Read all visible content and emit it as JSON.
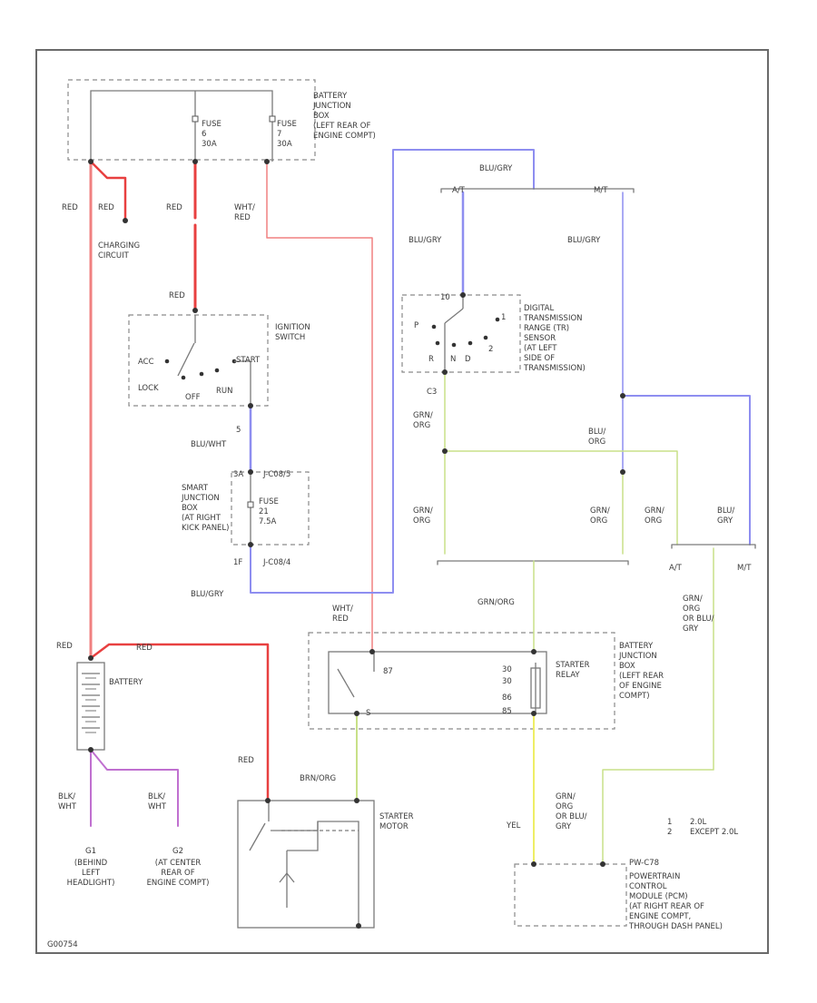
{
  "colors": {
    "red": "#f08080",
    "red_strong": "#e84040",
    "blue": "#8e8ef0",
    "green": "#c8e088",
    "yellow": "#eeee66",
    "purple": "#c070d0",
    "gray": "#7a7a7a"
  },
  "components": {
    "battery_jb_top": {
      "label": [
        "BATTERY",
        "JUNCTION",
        "BOX",
        "(LEFT REAR OF",
        "ENGINE COMPT)"
      ]
    },
    "fuse6": {
      "label": [
        "FUSE",
        "6",
        "30A"
      ]
    },
    "fuse7": {
      "label": [
        "FUSE",
        "7",
        "30A"
      ]
    },
    "ignition_switch": {
      "label": [
        "IGNITION",
        "SWITCH"
      ],
      "positions": [
        "ACC",
        "LOCK",
        "OFF",
        "RUN",
        "START"
      ]
    },
    "smart_jb": {
      "label": [
        "SMART",
        "JUNCTION",
        "BOX",
        "(AT RIGHT",
        "KICK PANEL)"
      ],
      "fuse": [
        "FUSE",
        "21",
        "7.5A"
      ],
      "conn_top": "J-C08/5",
      "conn_bottom": "J-C08/4",
      "pin_top": "3A",
      "pin_bottom": "1F",
      "pin_ig": "5"
    },
    "range_sensor": {
      "label": [
        "DIGITAL",
        "TRANSMISSION",
        "RANGE (TR)",
        "SENSOR",
        "(AT LEFT",
        "SIDE OF",
        "TRANSMISSION)"
      ],
      "positions": [
        "P",
        "R",
        "N",
        "D",
        "2",
        "1"
      ],
      "pin": "10",
      "pin_out": "C3"
    },
    "battery": {
      "label": "BATTERY"
    },
    "starter_relay": {
      "label": [
        "STARTER",
        "RELAY"
      ],
      "pins": [
        "87",
        "30",
        "30",
        "86",
        "85"
      ],
      "jb_label": [
        "BATTERY",
        "JUNCTION",
        "BOX",
        "(LEFT REAR",
        "OF ENGINE",
        "COMPT)"
      ]
    },
    "starter_motor": {
      "label": [
        "STARTER",
        "MOTOR"
      ],
      "pin": "S"
    },
    "pcm": {
      "label": [
        "POWERTRAIN",
        "CONTROL",
        "MODULE (PCM)",
        "(AT RIGHT REAR OF",
        "ENGINE COMPT,",
        "THROUGH DASH PANEL)"
      ],
      "conn": "PW-C78"
    }
  },
  "wires": {
    "red_left": "RED",
    "red_mid": "RED",
    "charging": [
      "CHARGING",
      "CIRCUIT"
    ],
    "fuse_red": "RED",
    "whtred": [
      "WHT/",
      "RED"
    ],
    "ign_red": "RED",
    "bluwht": "BLU/WHT",
    "blugry_bottom": "BLU/GRY",
    "blugry_top": "BLU/GRY",
    "blugry_at": "BLU/GRY",
    "blugry_mt": "BLU/GRY",
    "at": "A/T",
    "mt": "M/T",
    "grnorg_c3": [
      "GRN/",
      "ORG"
    ],
    "bluorg": [
      "BLU/",
      "ORG"
    ],
    "grnorg_a": [
      "GRN/",
      "ORG"
    ],
    "grnorg_b": [
      "GRN/",
      "ORG"
    ],
    "grnorg_c": [
      "GRN/",
      "ORG"
    ],
    "blugry_r": [
      "BLU/",
      "GRY"
    ],
    "at2": "A/T",
    "mt2": "M/T",
    "grnorg_right": [
      "GRN/",
      "ORG",
      "OR BLU/",
      "GRY"
    ],
    "grnorg_relay": "GRN/ORG",
    "whtred_relay": [
      "WHT/",
      "RED"
    ],
    "red_batt": "RED",
    "red_batt2": "RED",
    "red_starter": "RED",
    "brnorg": "BRN/ORG",
    "yel": "YEL",
    "grnorg_pcm": [
      "GRN/",
      "ORG",
      "OR BLU/",
      "GRY"
    ],
    "blk1": [
      "BLK/",
      "WHT"
    ],
    "blk2": [
      "BLK/",
      "WHT"
    ]
  },
  "grounds": {
    "g1": {
      "id": "G1",
      "label": [
        "(BEHIND",
        "LEFT",
        "HEADLIGHT)"
      ]
    },
    "g2": {
      "id": "G2",
      "label": [
        "(AT CENTER",
        "REAR OF",
        "ENGINE COMPT)"
      ]
    }
  },
  "legend": [
    {
      "key": "1",
      "text": "2.0L"
    },
    {
      "key": "2",
      "text": "EXCEPT 2.0L"
    }
  ],
  "figure_id": "G00754"
}
